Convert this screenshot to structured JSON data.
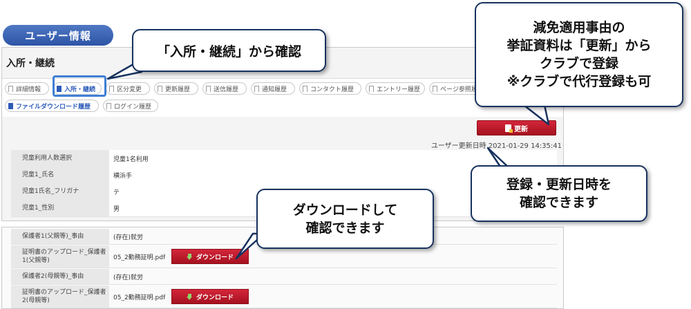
{
  "section_label": "ユーザー情報",
  "page_title": "入所・継続",
  "tabs": [
    {
      "label": "詳細情報",
      "active": false
    },
    {
      "label": "入所・継続",
      "active": true
    },
    {
      "label": "区分変更",
      "active": false
    },
    {
      "label": "更新履歴",
      "active": false
    },
    {
      "label": "送信履歴",
      "active": false
    },
    {
      "label": "通知履歴",
      "active": false
    },
    {
      "label": "コンタクト履歴",
      "active": false
    },
    {
      "label": "エントリー履歴",
      "active": false
    },
    {
      "label": "ページ参照履歴",
      "active": false
    },
    {
      "label": "ファイルダウンロード履歴",
      "active": true
    },
    {
      "label": "ログイン履歴",
      "active": false
    }
  ],
  "update_button": "更新",
  "updated_at": "ユーザー更新日時 2021-01-29 14:35:41",
  "rows": [
    {
      "key": "児童利用人数選択",
      "value": "児童1名利用"
    },
    {
      "key": "児童1_氏名",
      "value": "横浜手"
    },
    {
      "key": "児童1氏名_フリガナ",
      "value": "テ"
    },
    {
      "key": "児童1_性別",
      "value": "男"
    }
  ],
  "rows2": [
    {
      "key": "保護者1(父親等)_事由",
      "value": "(存在)就労"
    },
    {
      "key": "証明書のアップロード_保護者1(父親等)",
      "value": "05_2勤務証明.pdf",
      "button": "ダウンロード"
    },
    {
      "key": "保護者2(母親等)_事由",
      "value": "(存在)就労"
    },
    {
      "key": "証明書のアップロード_保護者2(母親等)",
      "value": "05_2勤務証明.pdf",
      "button": "ダウンロード"
    }
  ],
  "callouts": {
    "tab_hint": "「入所・継続」から確認",
    "reason_lines": [
      "減免適用事由の",
      "挙証資料は「更新」から",
      "クラブで登録",
      "※クラブで代行登録も可"
    ],
    "date_lines": [
      "登録・更新日時を",
      "確認できます"
    ],
    "download_lines": [
      "ダウンロードして",
      "確認できます"
    ]
  },
  "colors": {
    "accent_blue": "#2c5bb8",
    "button_red": "#b8192a",
    "callout_border": "#17325f"
  }
}
